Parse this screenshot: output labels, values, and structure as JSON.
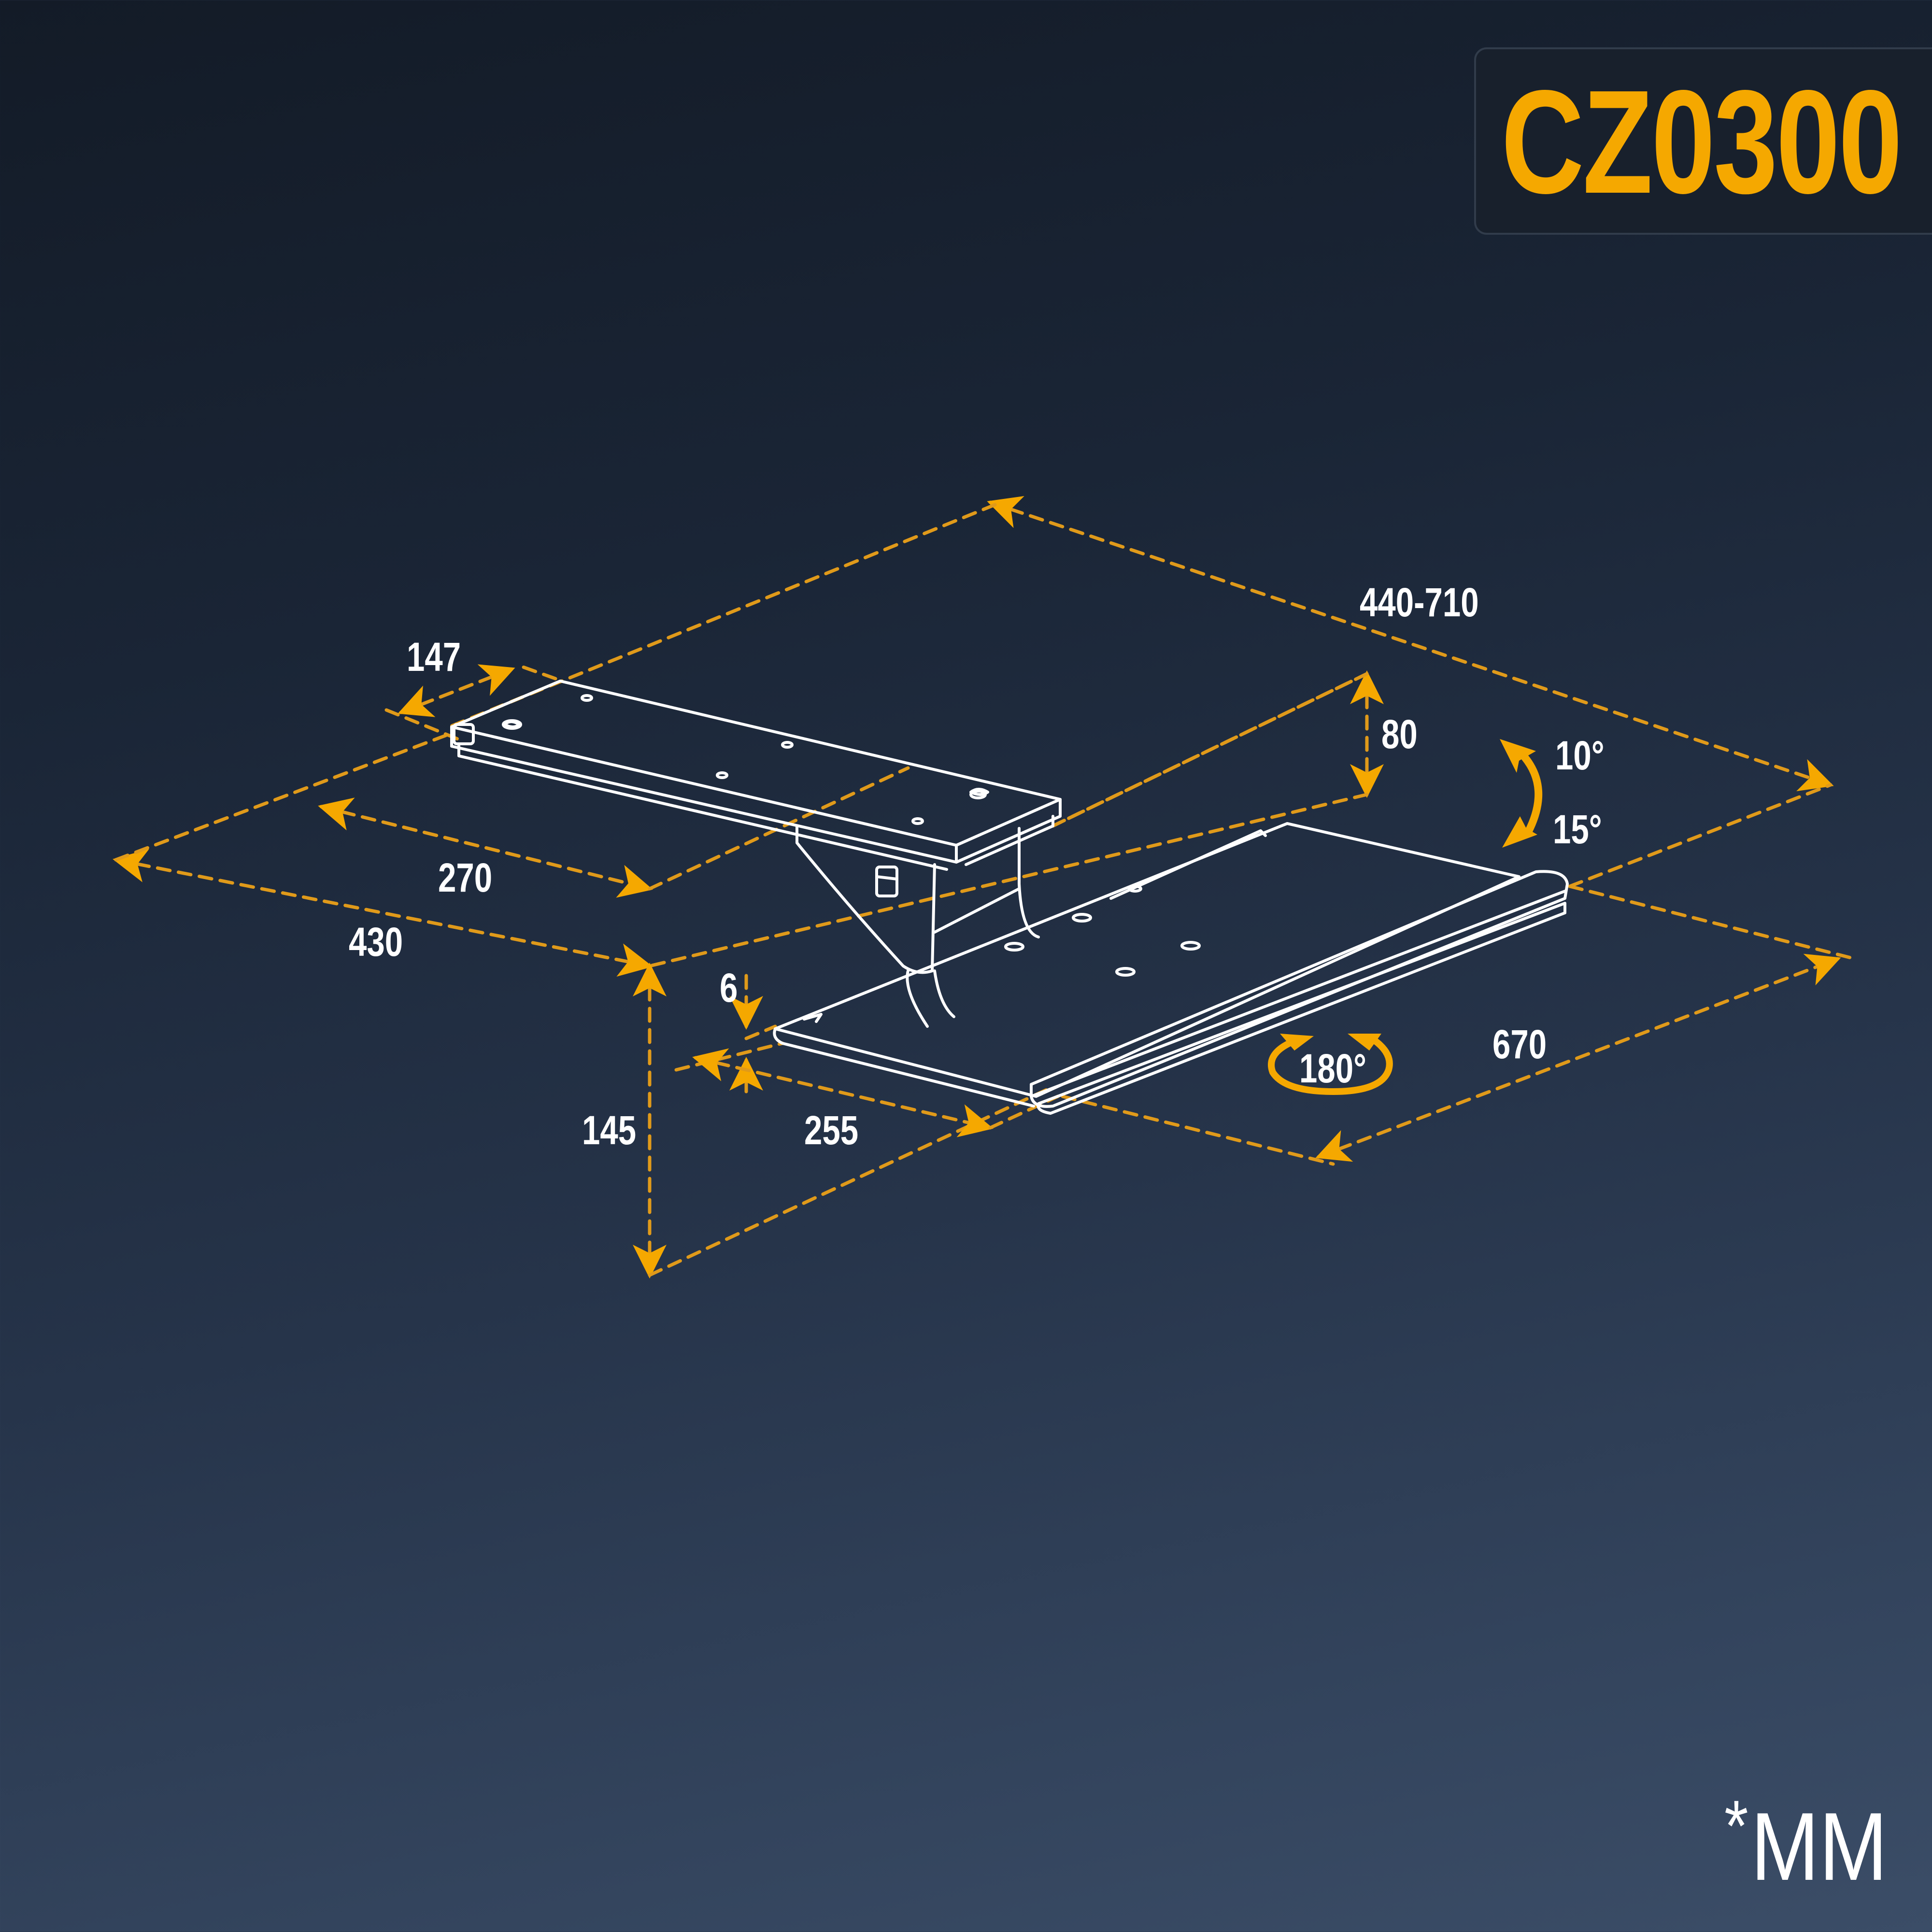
{
  "model_badge": {
    "label": "CZ0300",
    "text_color": "#F5A800",
    "background": "#18202C"
  },
  "dimensions": {
    "d147": "147",
    "d440_710": "440-710",
    "d80": "80",
    "d10deg": "10°",
    "d15deg": "15°",
    "d270": "270",
    "d430": "430",
    "d6": "6",
    "d145": "145",
    "d255": "255",
    "d180deg": "180°",
    "d670": "670"
  },
  "unit_note": {
    "asterisk": "*",
    "label": "MM"
  },
  "colors": {
    "accent": "#F5A800",
    "line_art": "#FFFFFF",
    "background_top": "#131B27",
    "background_bottom": "#3B4D67"
  },
  "icons": {
    "tilt": "tilt-arc-arrow-icon",
    "rotate": "rotate-180-arrow-icon"
  }
}
